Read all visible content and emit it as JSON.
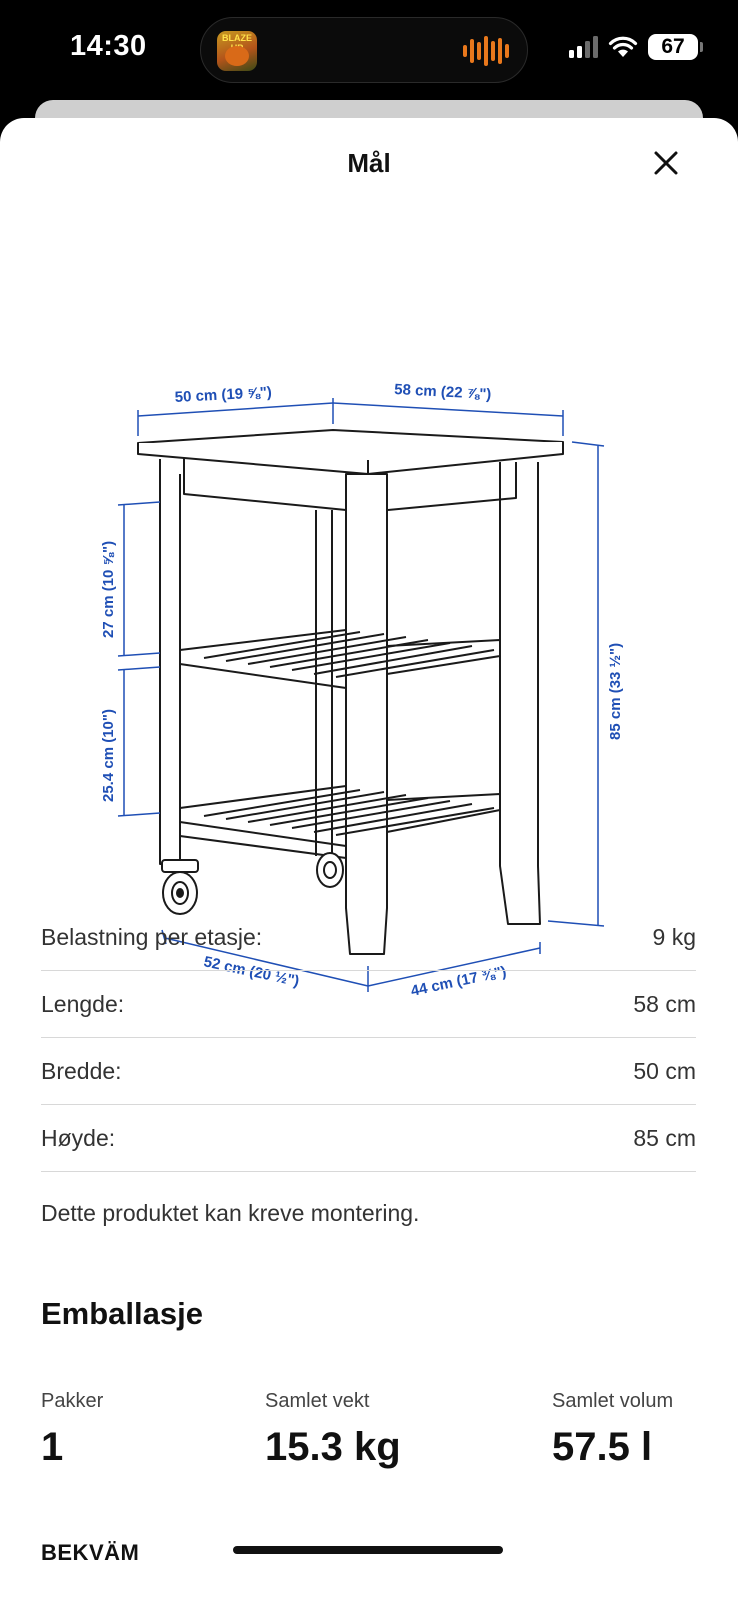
{
  "status_bar": {
    "time": "14:30",
    "live_activity_app_badge_text": "BLAZE UP",
    "battery_level": "67",
    "icons": [
      "app-badge-icon",
      "audio-wave-icon",
      "cellular-signal-icon",
      "wifi-icon",
      "battery-icon"
    ]
  },
  "sheet": {
    "title": "Mål",
    "close_icon": "close-icon"
  },
  "diagram": {
    "dimensions": {
      "top_width": "50 cm (19 ⅝\")",
      "top_length": "58 cm (22 ⅞\")",
      "upper_gap": "27 cm (10 ⅝\")",
      "lower_gap": "25.4 cm (10\")",
      "height": "85 cm (33 ½\")",
      "bottom_left": "52 cm (20 ½\")",
      "bottom_right": "44 cm (17 ⅜\")"
    },
    "dimension_color": "#1f4fb5"
  },
  "specs": [
    {
      "label": "Belastning per etasje:",
      "value": "9 kg"
    },
    {
      "label": "Lengde:",
      "value": "58 cm"
    },
    {
      "label": "Bredde:",
      "value": "50 cm"
    },
    {
      "label": "Høyde:",
      "value": "85 cm"
    }
  ],
  "assembly_note": "Dette produktet kan kreve montering.",
  "packaging": {
    "title": "Emballasje",
    "columns": [
      {
        "label": "Pakker",
        "value": "1"
      },
      {
        "label": "Samlet vekt",
        "value": "15.3 kg"
      },
      {
        "label": "Samlet volum",
        "value": "57.5 l"
      }
    ]
  },
  "product_name": "BEKVÄM"
}
